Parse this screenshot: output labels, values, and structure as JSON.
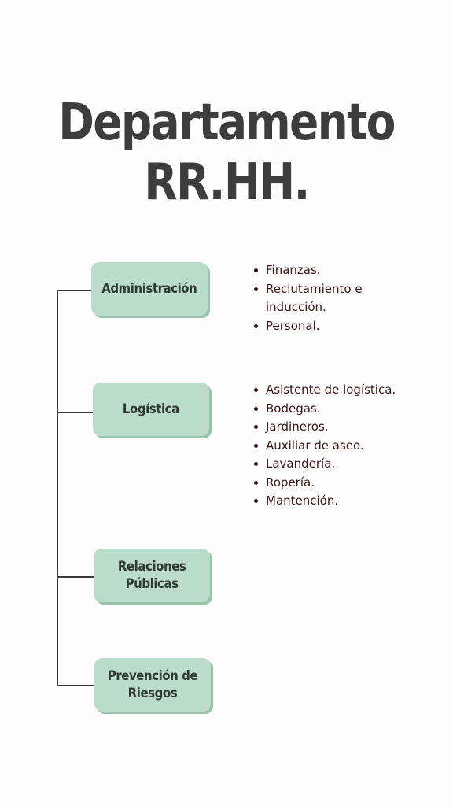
{
  "title": {
    "line1": "Departamento",
    "line2": "RR.HH."
  },
  "departments": [
    {
      "label": "Administración",
      "items": [
        "Finanzas.",
        "Reclutamiento e inducción.",
        "Personal."
      ]
    },
    {
      "label": "Logística",
      "items": [
        "Asistente de logística.",
        "Bodegas.",
        "Jardineros.",
        "Auxiliar de aseo.",
        "Lavandería.",
        "Ropería.",
        "Mantención."
      ]
    },
    {
      "label": "Relaciones\nPúblicas",
      "items": []
    },
    {
      "label": "Prevención de\nRiesgos",
      "items": []
    }
  ],
  "colors": {
    "box_fill": "#bcdccb",
    "box_shadow": "#99c2aa",
    "title": "#3d3d3d",
    "list_text": "#3a1414",
    "connector": "#3a3a3a"
  }
}
